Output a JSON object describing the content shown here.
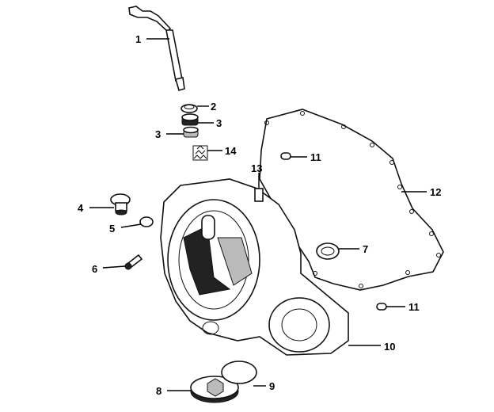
{
  "callouts": [
    {
      "id": "1",
      "text": "1"
    },
    {
      "id": "2",
      "text": "2"
    },
    {
      "id": "3a",
      "text": "3"
    },
    {
      "id": "3b",
      "text": "3"
    },
    {
      "id": "14",
      "text": "14"
    },
    {
      "id": "11a",
      "text": "11"
    },
    {
      "id": "13",
      "text": "13"
    },
    {
      "id": "12",
      "text": "12"
    },
    {
      "id": "4",
      "text": "4"
    },
    {
      "id": "5",
      "text": "5"
    },
    {
      "id": "7",
      "text": "7"
    },
    {
      "id": "6",
      "text": "6"
    },
    {
      "id": "11b",
      "text": "11"
    },
    {
      "id": "10",
      "text": "10"
    },
    {
      "id": "8",
      "text": "8"
    },
    {
      "id": "9",
      "text": "9"
    }
  ]
}
